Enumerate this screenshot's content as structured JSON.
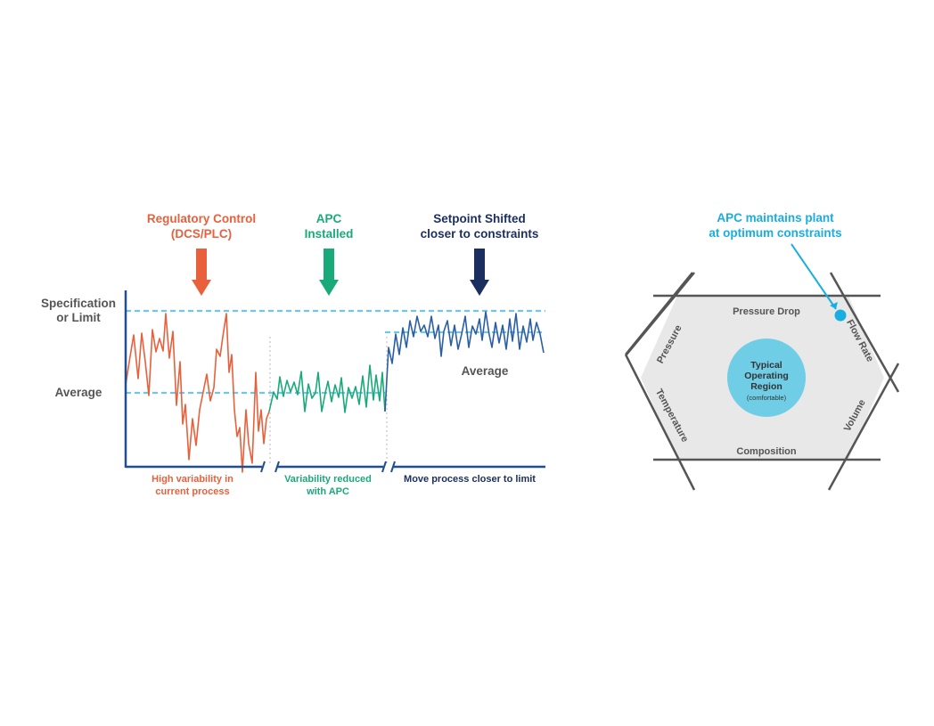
{
  "chart": {
    "header_regulatory": [
      "Regulatory Control",
      "(DCS/PLC)"
    ],
    "header_apc": [
      "APC",
      "Installed"
    ],
    "header_setpoint": [
      "Setpoint Shifted",
      "closer to constraints"
    ],
    "label_spec": [
      "Specification",
      "or Limit"
    ],
    "label_average_left": "Average",
    "label_average_right": "Average",
    "phase_high": [
      "High variability in",
      "current process"
    ],
    "phase_reduced": [
      "Variability reduced",
      "with APC"
    ],
    "phase_move": "Move process closer to limit",
    "colors": {
      "regulatory": "#e8603c",
      "apc": "#1aaa7a",
      "setpoint": "#1b2f5e",
      "blue_line": "#2b5fa4",
      "dashed": "#6ec6ea",
      "axis": "#1f4f8f",
      "gray_text": "#555555"
    }
  },
  "constraints": {
    "callout": [
      "APC maintains plant",
      "at optimum constraints"
    ],
    "labels": {
      "top": "Pressure Drop",
      "upper_left": "Pressure",
      "lower_left": "Temperature",
      "bottom": "Composition",
      "upper_right": "Flow Rate",
      "lower_right": "Volume"
    },
    "center": [
      "Typical",
      "Operating",
      "Region",
      "(comfortable)"
    ],
    "colors": {
      "callout": "#1aaee0",
      "hexagon_fill": "#e8e8e8",
      "edges": "#555555",
      "center_circle": "#6fcde6"
    }
  }
}
